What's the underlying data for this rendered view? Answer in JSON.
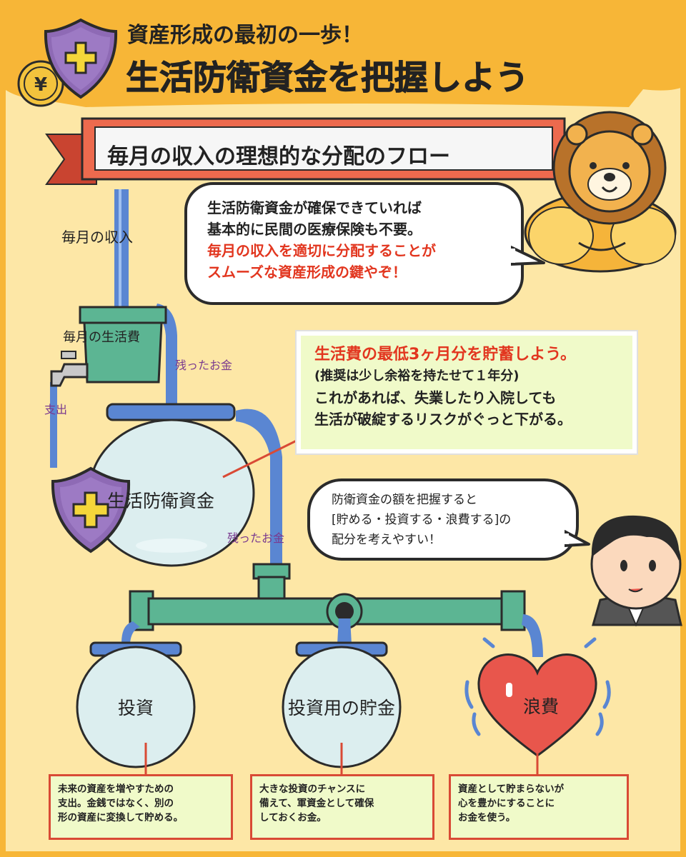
{
  "header": {
    "subtitle": "資産形成の最初の一歩！",
    "title": "生活防衛資金を把握しよう"
  },
  "ribbon": {
    "text": "毎月の収入の理想的な分配のフロー"
  },
  "lion_bubble": {
    "line1": "生活防衛資金が確保できていれば",
    "line2": "基本的に民間の医療保険も不要。",
    "line3": "毎月の収入を適切に分配することが",
    "line4": "スムーズな資産形成の鍵やぞ！"
  },
  "flow": {
    "income": "毎月の収入",
    "living_cost": "毎月の生活費",
    "remaining1": "残ったお金",
    "expense": "支出",
    "defense_fund": "生活防衛資金",
    "remaining2": "残ったお金"
  },
  "savings_note": {
    "line1": "生活費の最低3ヶ月分を貯蓄しよう。",
    "line2": "(推奨は少し余裕を持たせて１年分)",
    "line3": "これがあれば、失業したり入院しても",
    "line4": "生活が破綻するリスクがぐっと下がる。"
  },
  "man_bubble": {
    "line1": "防衛資金の額を把握すると",
    "line2": "[貯める・投資する・浪費する]の",
    "line3": "配分を考えやすい！"
  },
  "jars": [
    {
      "label": "投資",
      "desc": [
        "未来の資産を増やすための",
        "支出。金銭ではなく、別の",
        "形の資産に変換して貯める。"
      ]
    },
    {
      "label": "投資用の貯金",
      "desc": [
        "大きな投資のチャンスに",
        "備えて、軍資金として確保",
        "しておくお金。"
      ]
    },
    {
      "label": "浪費",
      "desc": [
        "資産として貯まらないが",
        "心を豊かにすることに",
        "お金を使う。"
      ]
    }
  ],
  "icons": {
    "coin": "yen-coin-icon",
    "shield": "shield-plus-icon",
    "lion": "lion-mascot",
    "man": "man-avatar"
  },
  "colors": {
    "background": "#fde7a6",
    "header": "#f7b637",
    "ribbon": "#ed6a4e",
    "water": "#5a86d2",
    "pipe": "#5cb593",
    "accent_red": "#e2361f",
    "shield": "#8e6ab5",
    "heart": "#e8564c"
  }
}
